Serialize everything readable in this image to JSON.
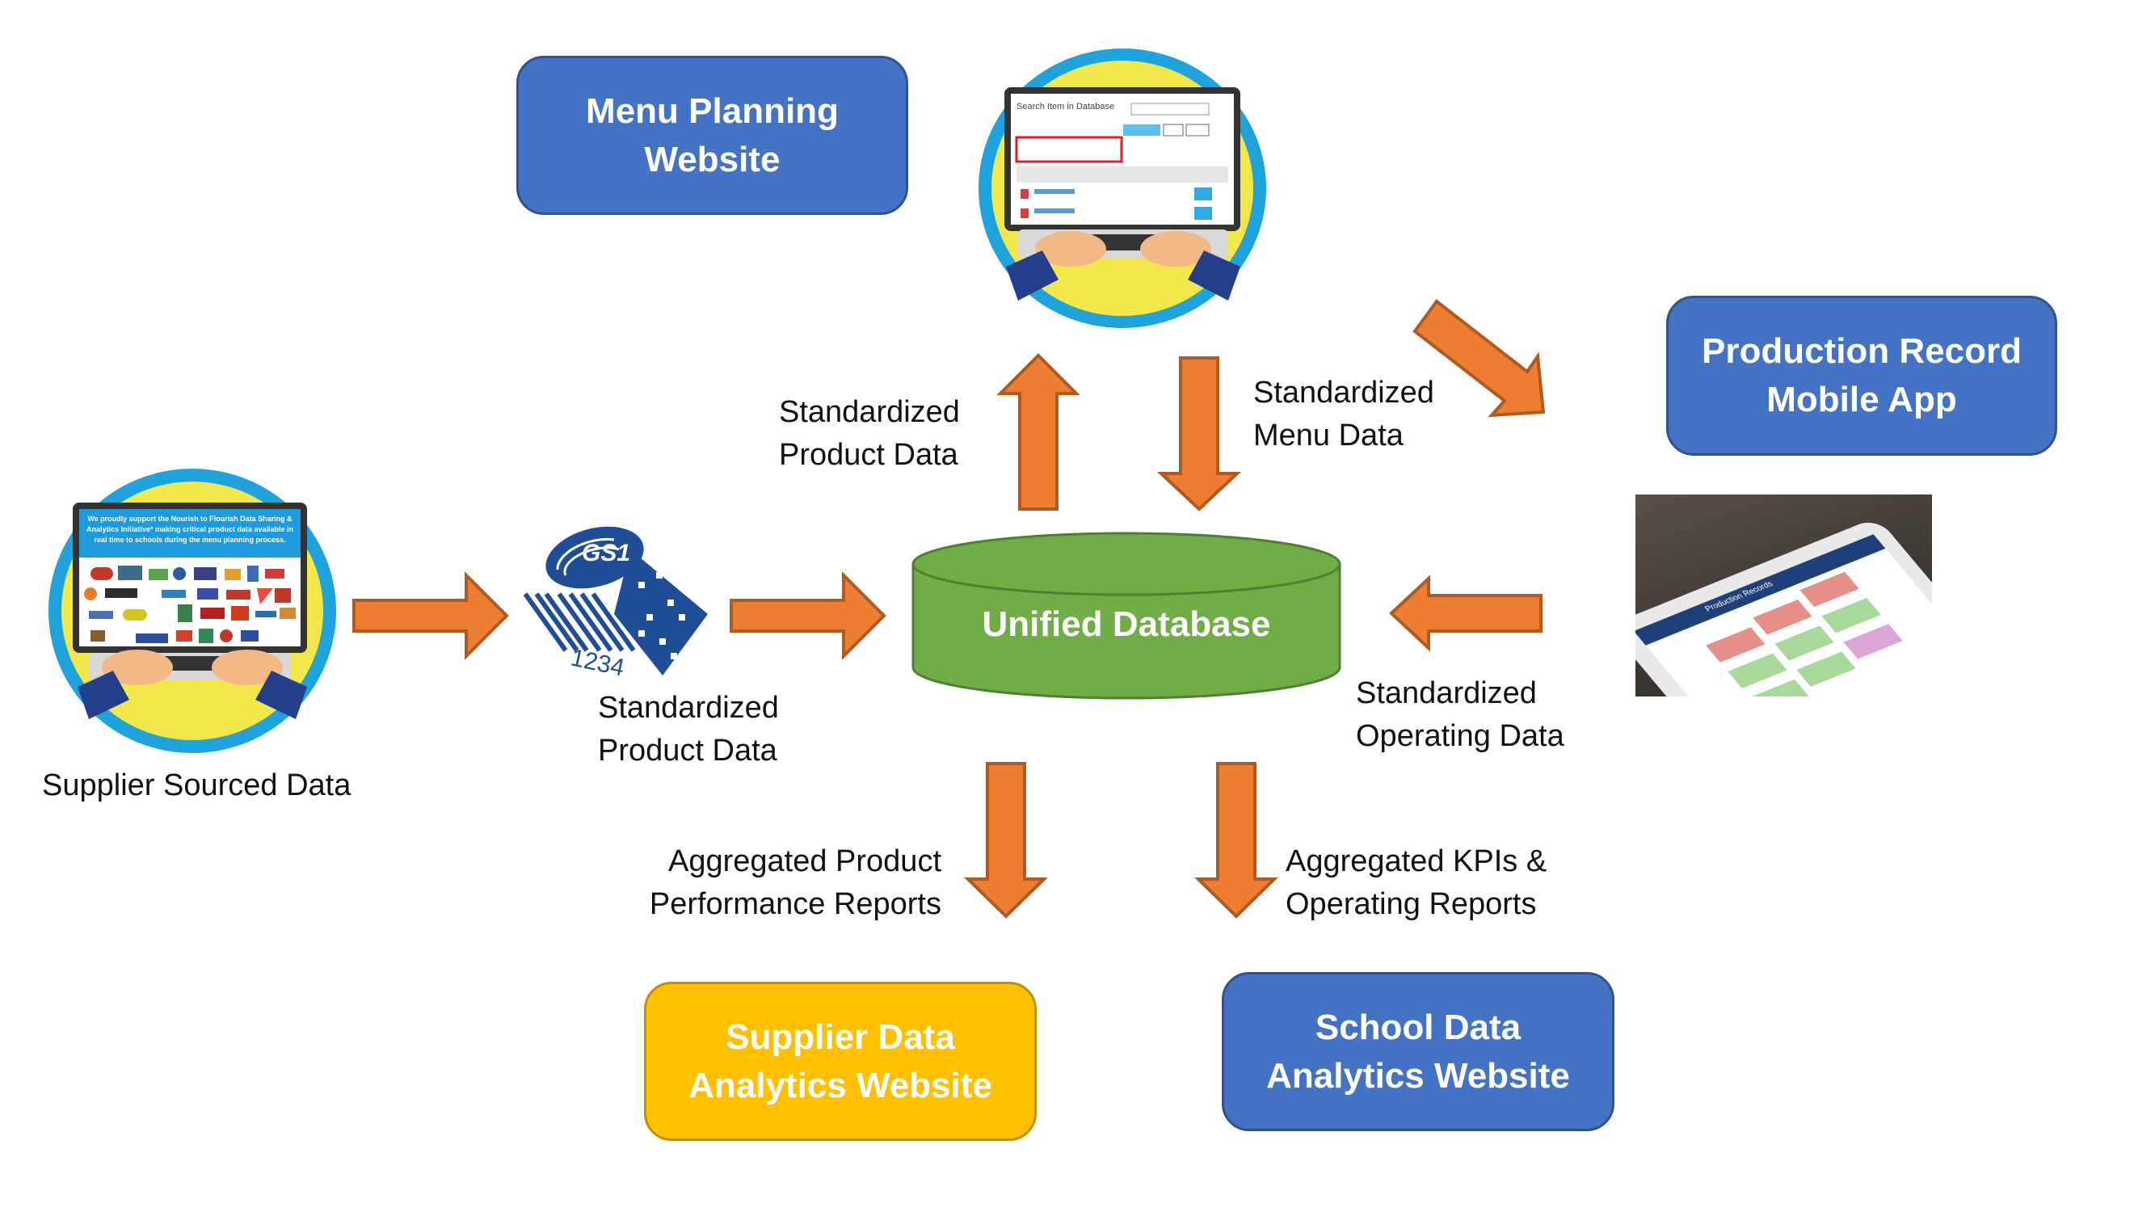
{
  "diagram": {
    "nodes": {
      "menu_planning": {
        "label": "Menu Planning\nWebsite",
        "color": "#4472C4"
      },
      "production_record": {
        "label": "Production Record\nMobile App",
        "color": "#4472C4"
      },
      "unified_database": {
        "label": "Unified Database",
        "color": "#70AD47"
      },
      "supplier_analytics": {
        "label": "Supplier Data\nAnalytics Website",
        "color": "#FFC000"
      },
      "school_analytics": {
        "label": "School Data\nAnalytics Website",
        "color": "#4472C4"
      }
    },
    "labels": {
      "supplier_sourced": "Supplier Sourced Data",
      "std_product_top": "Standardized\nProduct Data",
      "std_menu": "Standardized\nMenu Data",
      "std_product_bottom": "Standardized\nProduct Data",
      "std_operating": "Standardized\nOperating Data",
      "agg_product": "Aggregated Product\nPerformance Reports",
      "agg_kpis": "Aggregated KPIs &\nOperating Reports"
    },
    "images": {
      "supplier_laptop_banner": "We proudly support the Nourish to Flourish Data Sharing & Analytics Initiative* making critical product data available in real time to schools during the menu planning process.",
      "menu_laptop_title": "Search Item in Database",
      "gs1_logo_text": "GS1",
      "barcode_digits": "1234",
      "tablet_app_title": "Production Records"
    },
    "edges": [
      {
        "from": "supplier_sourced",
        "to": "gs1",
        "direction": "right"
      },
      {
        "from": "gs1",
        "to": "unified_database",
        "direction": "right",
        "label": "Standardized Product Data"
      },
      {
        "from": "unified_database",
        "to": "menu_planning",
        "direction": "up",
        "label": "Standardized Product Data"
      },
      {
        "from": "menu_planning",
        "to": "unified_database",
        "direction": "down",
        "label": "Standardized Menu Data"
      },
      {
        "from": "menu_planning",
        "to": "production_record",
        "direction": "down-right"
      },
      {
        "from": "production_record",
        "to": "unified_database",
        "direction": "left",
        "label": "Standardized Operating Data"
      },
      {
        "from": "unified_database",
        "to": "supplier_analytics",
        "direction": "down",
        "label": "Aggregated Product Performance Reports"
      },
      {
        "from": "unified_database",
        "to": "school_analytics",
        "direction": "down",
        "label": "Aggregated KPIs & Operating Reports"
      }
    ],
    "colors": {
      "arrow": "#ED7D31",
      "arrow_border": "#AE5A21",
      "circle_fill": "#F3E84B",
      "circle_ring": "#1EA3DC",
      "gs1_blue": "#1F4E96"
    }
  }
}
